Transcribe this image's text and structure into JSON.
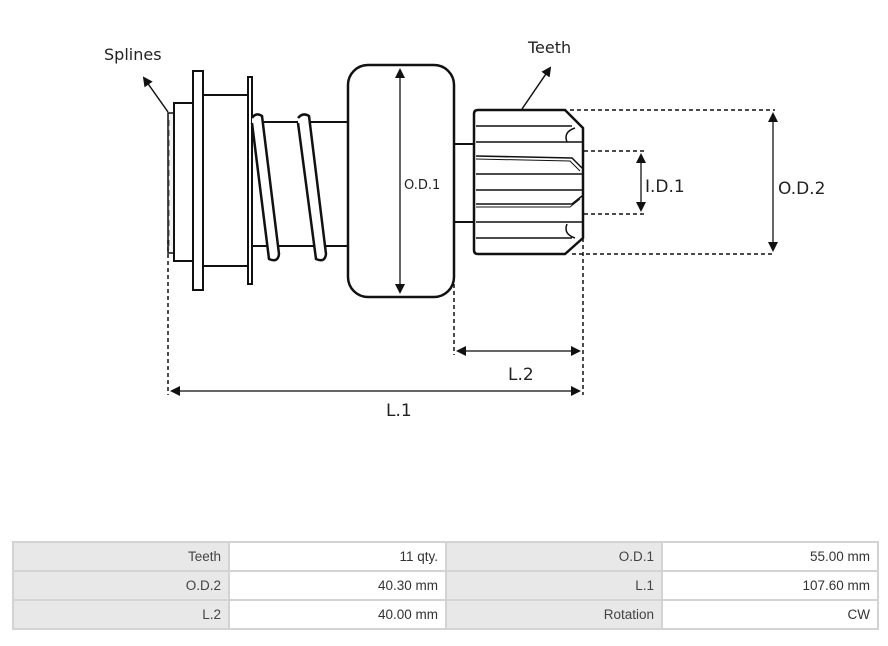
{
  "diagram": {
    "title": "Starter drive pinion dimensions",
    "callouts": {
      "splines": "Splines",
      "teeth": "Teeth"
    },
    "dimension_labels": {
      "od1": "O.D.1",
      "od2": "O.D.2",
      "id1": "I.D.1",
      "l1": "L.1",
      "l2": "L.2"
    }
  },
  "specs": {
    "rows": [
      {
        "label_left": "Teeth",
        "value_left": "11 qty.",
        "label_right": "O.D.1",
        "value_right": "55.00 mm"
      },
      {
        "label_left": "O.D.2",
        "value_left": "40.30 mm",
        "label_right": "L.1",
        "value_right": "107.60 mm"
      },
      {
        "label_left": "L.2",
        "value_left": "40.00 mm",
        "label_right": "Rotation",
        "value_right": "CW"
      }
    ]
  },
  "colors": {
    "line": "#111111",
    "label_cell_bg": "#e8e8e8",
    "border": "#d3d3d3"
  }
}
